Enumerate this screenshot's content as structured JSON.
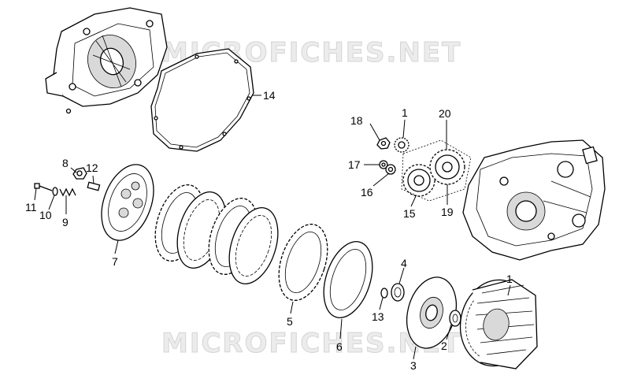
{
  "watermark": "MICROFICHES.NET",
  "callouts": {
    "c1_top": "1",
    "c1_bottom": "1",
    "c2": "2",
    "c3": "3",
    "c4": "4",
    "c5": "5",
    "c6": "6",
    "c7": "7",
    "c8": "8",
    "c9": "9",
    "c10": "10",
    "c11": "11",
    "c12": "12",
    "c13": "13",
    "c14": "14",
    "c15": "15",
    "c16": "16",
    "c17": "17",
    "c18": "18",
    "c19": "19",
    "c20": "20"
  }
}
